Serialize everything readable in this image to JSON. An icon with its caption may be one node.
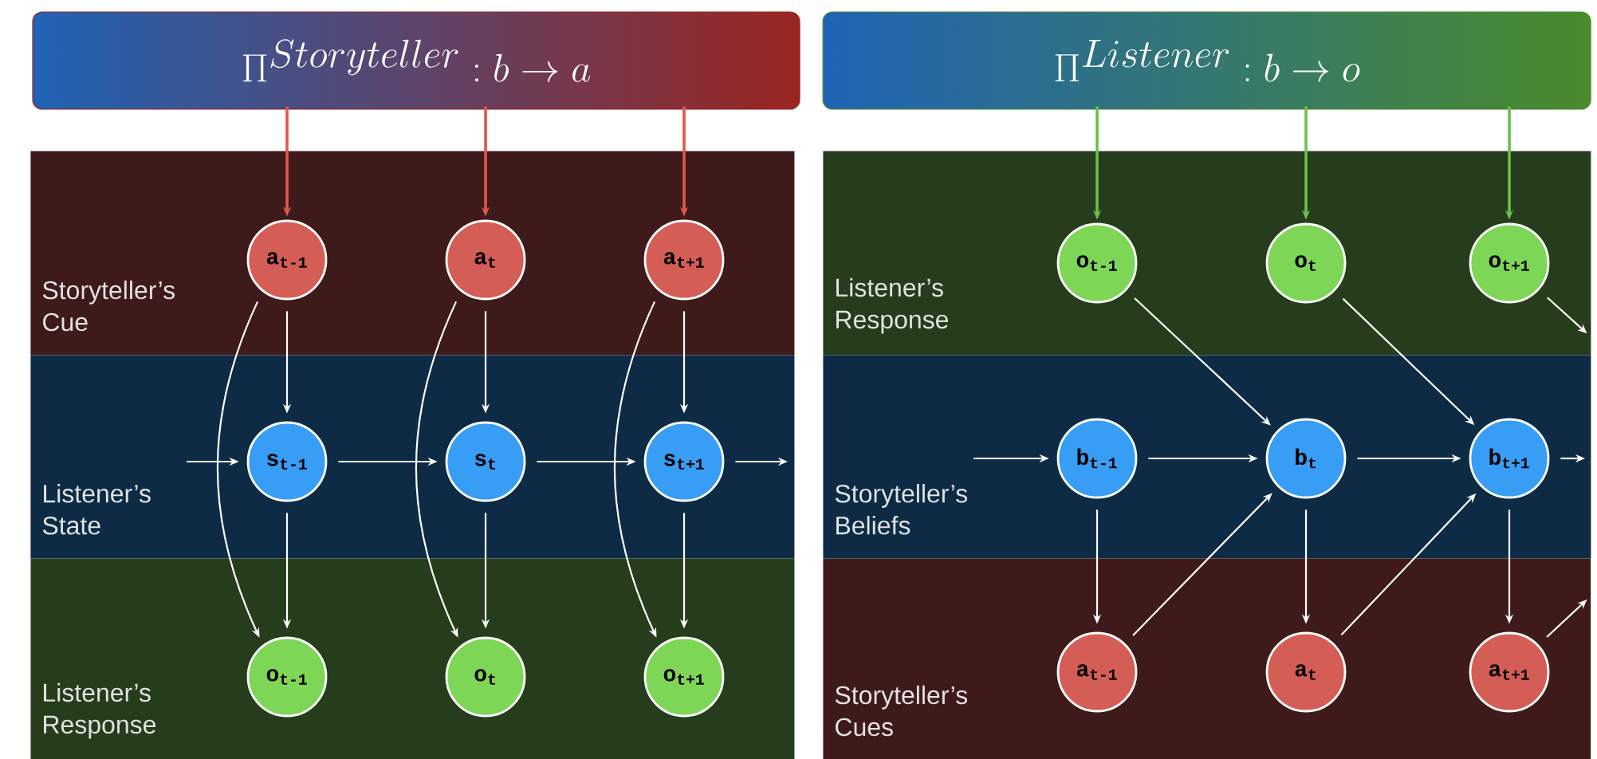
{
  "diagram": {
    "nodes": [
      {
        "text": [
          "\\Pi^{Storyteller} : b \\rightarrow a"
        ]
      },
      {
        "text": [
          "\\Pi^{Listener} : b \\rightarrow o"
        ]
      },
      {
        "text": [
          "Storyteller’s Cue"
        ]
      },
      {
        "text": [
          "a$_{t-1}$"
        ],
        "in": 2
      },
      {
        "text": [
          "a$_{t}$"
        ],
        "in": 2
      },
      {
        "text": [
          "a$_{t+1}$"
        ],
        "in": 2
      },
      {
        "text": [
          "Listener’s State"
        ]
      },
      {
        "text": [
          "s$_{t-1}$"
        ],
        "in": 6
      },
      {
        "text": [
          "s$_{t}$"
        ],
        "in": 6
      },
      {
        "text": [
          "s$_{t+1}$"
        ],
        "in": 6
      },
      {
        "text": [
          "Listener’s Response"
        ]
      },
      {
        "text": [
          "o$_{t-1}$"
        ],
        "in": 10
      },
      {
        "text": [
          "o$_{t}$"
        ],
        "in": 10
      },
      {
        "text": [
          "o$_{t+1}$"
        ],
        "in": 10
      },
      {
        "text": [
          "Listener’s Response"
        ]
      },
      {
        "text": [
          "o$_{t-1}$"
        ],
        "in": 14
      },
      {
        "text": [
          "o$_{t}$"
        ],
        "in": 14
      },
      {
        "text": [
          "o$_{t+1}$"
        ],
        "in": 14
      },
      {
        "text": [
          "Storyteller’s Beliefs"
        ]
      },
      {
        "text": [
          "b$_{t-1}$"
        ],
        "in": 18
      },
      {
        "text": [
          "b$_{t}$"
        ],
        "in": 18
      },
      {
        "text": [
          "b$_{t+1}$"
        ],
        "in": 18
      },
      {
        "text": [
          "Storyteller’s Cues"
        ]
      },
      {
        "text": [
          "a$_{t-1}$"
        ],
        "in": 22
      },
      {
        "text": [
          "a$_{t}$"
        ],
        "in": 22
      },
      {
        "text": [
          "a$_{t+1}$"
        ],
        "in": 22
      }
    ],
    "edges": [
      {
        "from": 0,
        "to": 3,
        "arrow": "to",
        "color": "#e0574e"
      },
      {
        "from": 0,
        "to": 4,
        "arrow": "to",
        "color": "#e0574e"
      },
      {
        "from": 0,
        "to": 5,
        "arrow": "to",
        "color": "#e0574e"
      },
      {
        "from": 3,
        "to": 7,
        "arrow": "to"
      },
      {
        "from": 4,
        "to": 8,
        "arrow": "to"
      },
      {
        "from": 5,
        "to": 9,
        "arrow": "to"
      },
      {
        "from": 7,
        "to": 11,
        "arrow": "to"
      },
      {
        "from": 8,
        "to": 12,
        "arrow": "to"
      },
      {
        "from": 9,
        "to": 13,
        "arrow": "to"
      },
      {
        "from": 3,
        "to": 11,
        "arrow": "to"
      },
      {
        "from": 4,
        "to": 12,
        "arrow": "to"
      },
      {
        "from": 5,
        "to": 13,
        "arrow": "to"
      },
      {
        "from": null,
        "to": 7,
        "arrow": "to"
      },
      {
        "from": 7,
        "to": 8,
        "arrow": "to"
      },
      {
        "from": 8,
        "to": 9,
        "arrow": "to"
      },
      {
        "from": 9,
        "to": null,
        "arrow": "to"
      },
      {
        "from": 1,
        "to": 15,
        "arrow": "to",
        "color": "#6cc04a"
      },
      {
        "from": 1,
        "to": 16,
        "arrow": "to",
        "color": "#6cc04a"
      },
      {
        "from": 1,
        "to": 17,
        "arrow": "to",
        "color": "#6cc04a"
      },
      {
        "from": 15,
        "to": 20,
        "arrow": "to"
      },
      {
        "from": 16,
        "to": 21,
        "arrow": "to"
      },
      {
        "from": 17,
        "to": null,
        "arrow": "to"
      },
      {
        "from": null,
        "to": 19,
        "arrow": "to"
      },
      {
        "from": 19,
        "to": 20,
        "arrow": "to"
      },
      {
        "from": 20,
        "to": 21,
        "arrow": "to"
      },
      {
        "from": 21,
        "to": null,
        "arrow": "to"
      },
      {
        "from": 19,
        "to": 23,
        "arrow": "to"
      },
      {
        "from": 20,
        "to": 24,
        "arrow": "to"
      },
      {
        "from": 21,
        "to": 25,
        "arrow": "to"
      },
      {
        "from": 23,
        "to": 20,
        "arrow": "to"
      },
      {
        "from": 24,
        "to": 21,
        "arrow": "to"
      },
      {
        "from": 25,
        "to": null,
        "arrow": "to"
      }
    ]
  }
}
